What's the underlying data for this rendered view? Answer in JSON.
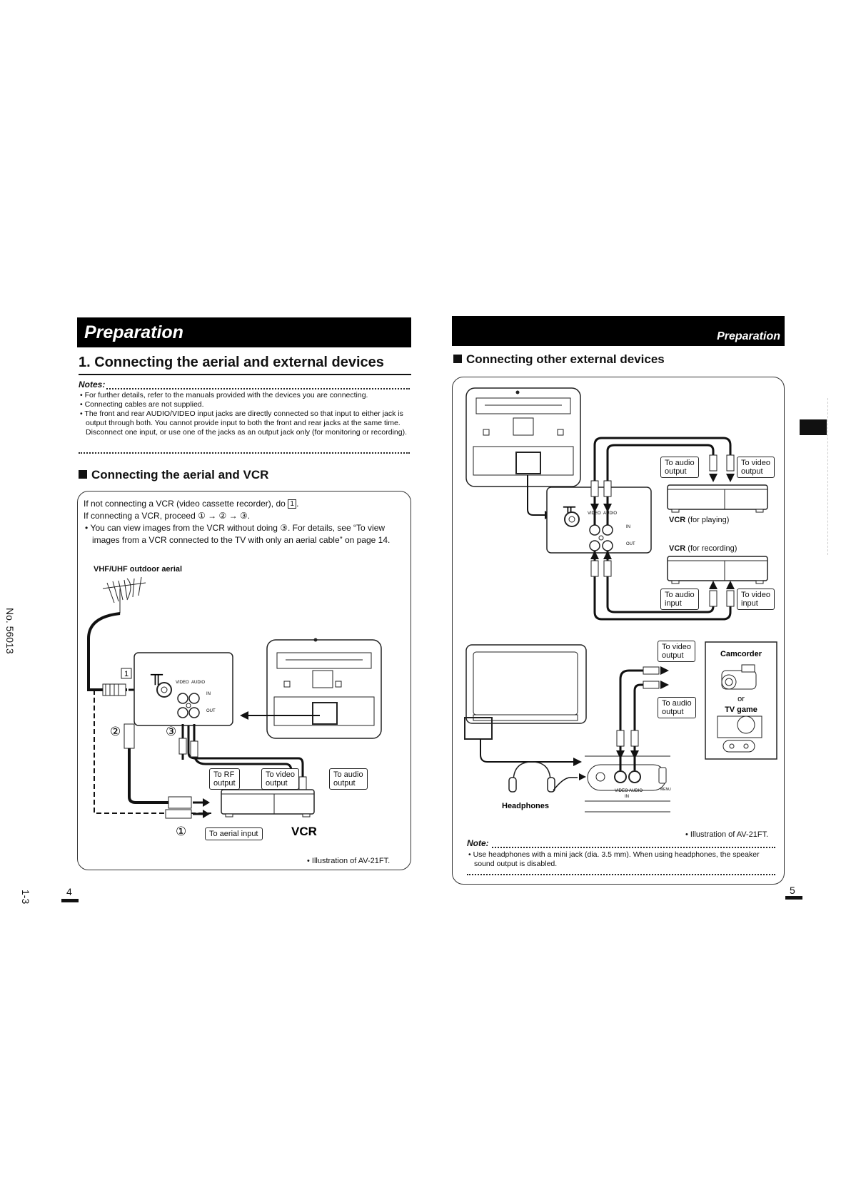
{
  "side": {
    "doc_number": "No. 56013",
    "section_code": "1-3"
  },
  "left": {
    "banner": "Preparation",
    "heading": "1. Connecting the aerial and external devices",
    "notes_label": "Notes:",
    "notes": [
      "For further details, refer to the manuals provided with the devices you are connecting.",
      "Connecting cables are not supplied.",
      "The front and rear AUDIO/VIDEO input jacks are directly connected so that input to either jack is output through both. You cannot provide input to both the front and rear jacks at the same time. Disconnect one input, or use one of the jacks as an output jack only (for monitoring or recording)."
    ],
    "subheading": "Connecting the aerial and VCR",
    "box_line1": "If not connecting a VCR (video cassette recorder), do",
    "box_line1_num": "1",
    "box_line2": "If connecting a VCR, proceed ① → ② → ③.",
    "box_bullet": "You can view images from the VCR without doing ③. For details, see “To view images from a VCR connected to the TV with only an aerial cable” on page 14.",
    "aerial_label": "VHF/UHF outdoor aerial",
    "step1_box": "1",
    "step2": "②",
    "step3": "③",
    "step1_circ": "①",
    "panel_video": "VIDEO",
    "panel_audio": "AUDIO",
    "panel_in": "IN",
    "panel_out": "OUT",
    "callout_rf": "To RF\noutput",
    "callout_video": "To video\noutput",
    "callout_audio": "To audio\noutput",
    "callout_aerial": "To aerial input",
    "vcr_label": "VCR",
    "illustration_note": "Illustration of AV-21FT.",
    "page_number": "4"
  },
  "right": {
    "banner": "Preparation",
    "subheading": "Connecting other external devices",
    "callout_audio_out": "To audio\noutput",
    "callout_video_out": "To video\noutput",
    "vcr_playing_bold": "VCR",
    "vcr_playing_rest": " (for playing)",
    "vcr_recording_bold": "VCR",
    "vcr_recording_rest": " (for recording)",
    "callout_audio_in": "To audio\ninput",
    "callout_video_in": "To video\ninput",
    "panel_video": "VIDEO",
    "panel_audio": "AUDIO",
    "panel_in": "IN",
    "panel_out": "OUT",
    "callout_cam_video": "To video\noutput",
    "callout_cam_audio": "To audio\noutput",
    "camcorder_label": "Camcorder",
    "or_label": "or",
    "tvgame_label": "TV game",
    "headphones_label": "Headphones",
    "front_video": "VIDEO",
    "front_audio": "AUDIO",
    "front_in": "IN",
    "front_menu": "MENU",
    "illustration_note": "Illustration of AV-21FT.",
    "note_label": "Note:",
    "note_text": "Use headphones with a mini jack (dia. 3.5 mm). When using headphones, the speaker sound output is disabled.",
    "page_number": "5"
  }
}
